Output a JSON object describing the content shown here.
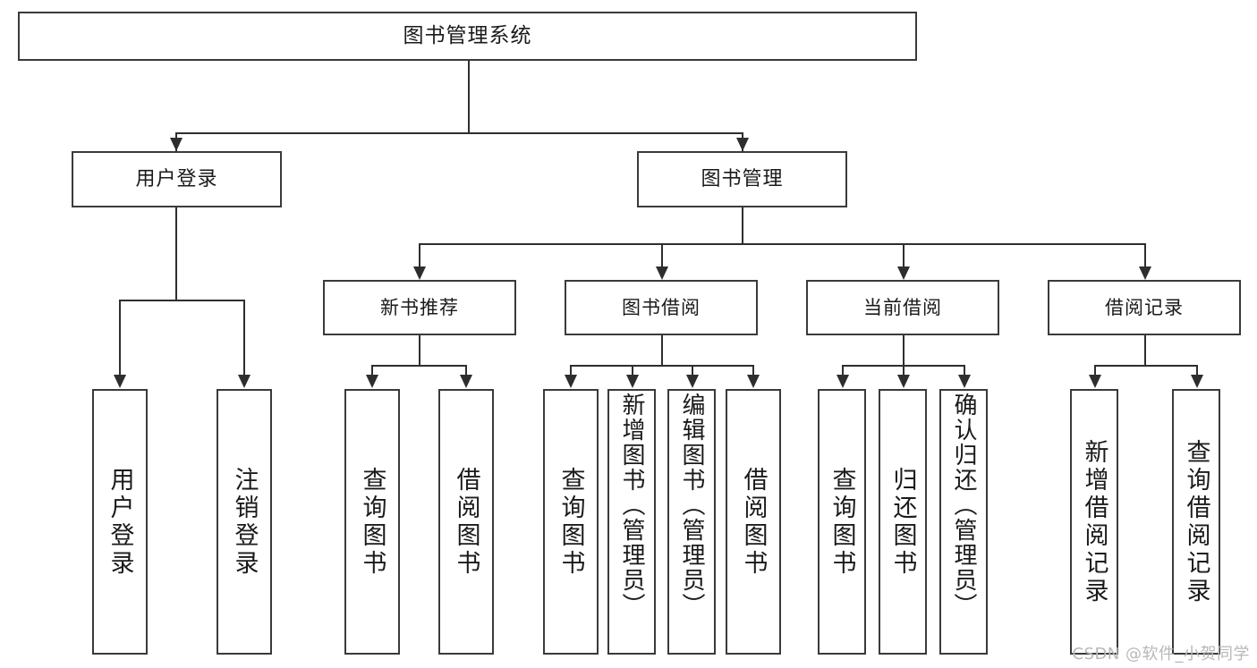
{
  "diagram": {
    "title": "图书管理系统",
    "watermark": "CSDN @软件_小贺同学",
    "colors": {
      "box_border": "#3a3a3a",
      "connector": "#2e2e2e",
      "background": "#ffffff",
      "text": "#1a1a1a",
      "watermark": "#b8b8b8"
    },
    "type": "tree",
    "root": {
      "label": "图书管理系统"
    },
    "level2": [
      {
        "label": "用户登录"
      },
      {
        "label": "图书管理"
      }
    ],
    "level3": [
      {
        "label": "新书推荐"
      },
      {
        "label": "图书借阅"
      },
      {
        "label": "当前借阅"
      },
      {
        "label": "借阅记录"
      }
    ],
    "leaves": {
      "user_login": [
        {
          "label": "用户登录"
        },
        {
          "label": "注销登录"
        }
      ],
      "new_book_recommend": [
        {
          "label": "查询图书"
        },
        {
          "label": "借阅图书"
        }
      ],
      "book_borrow": [
        {
          "label": "查询图书"
        },
        {
          "label": "新增图书（管理员）"
        },
        {
          "label": "编辑图书（管理员）"
        },
        {
          "label": "借阅图书"
        }
      ],
      "current_borrow": [
        {
          "label": "查询图书"
        },
        {
          "label": "归还图书"
        },
        {
          "label": "确认归还（管理员）"
        }
      ],
      "borrow_record": [
        {
          "label": "新增借阅记录"
        },
        {
          "label": "查询借阅记录"
        }
      ]
    }
  }
}
